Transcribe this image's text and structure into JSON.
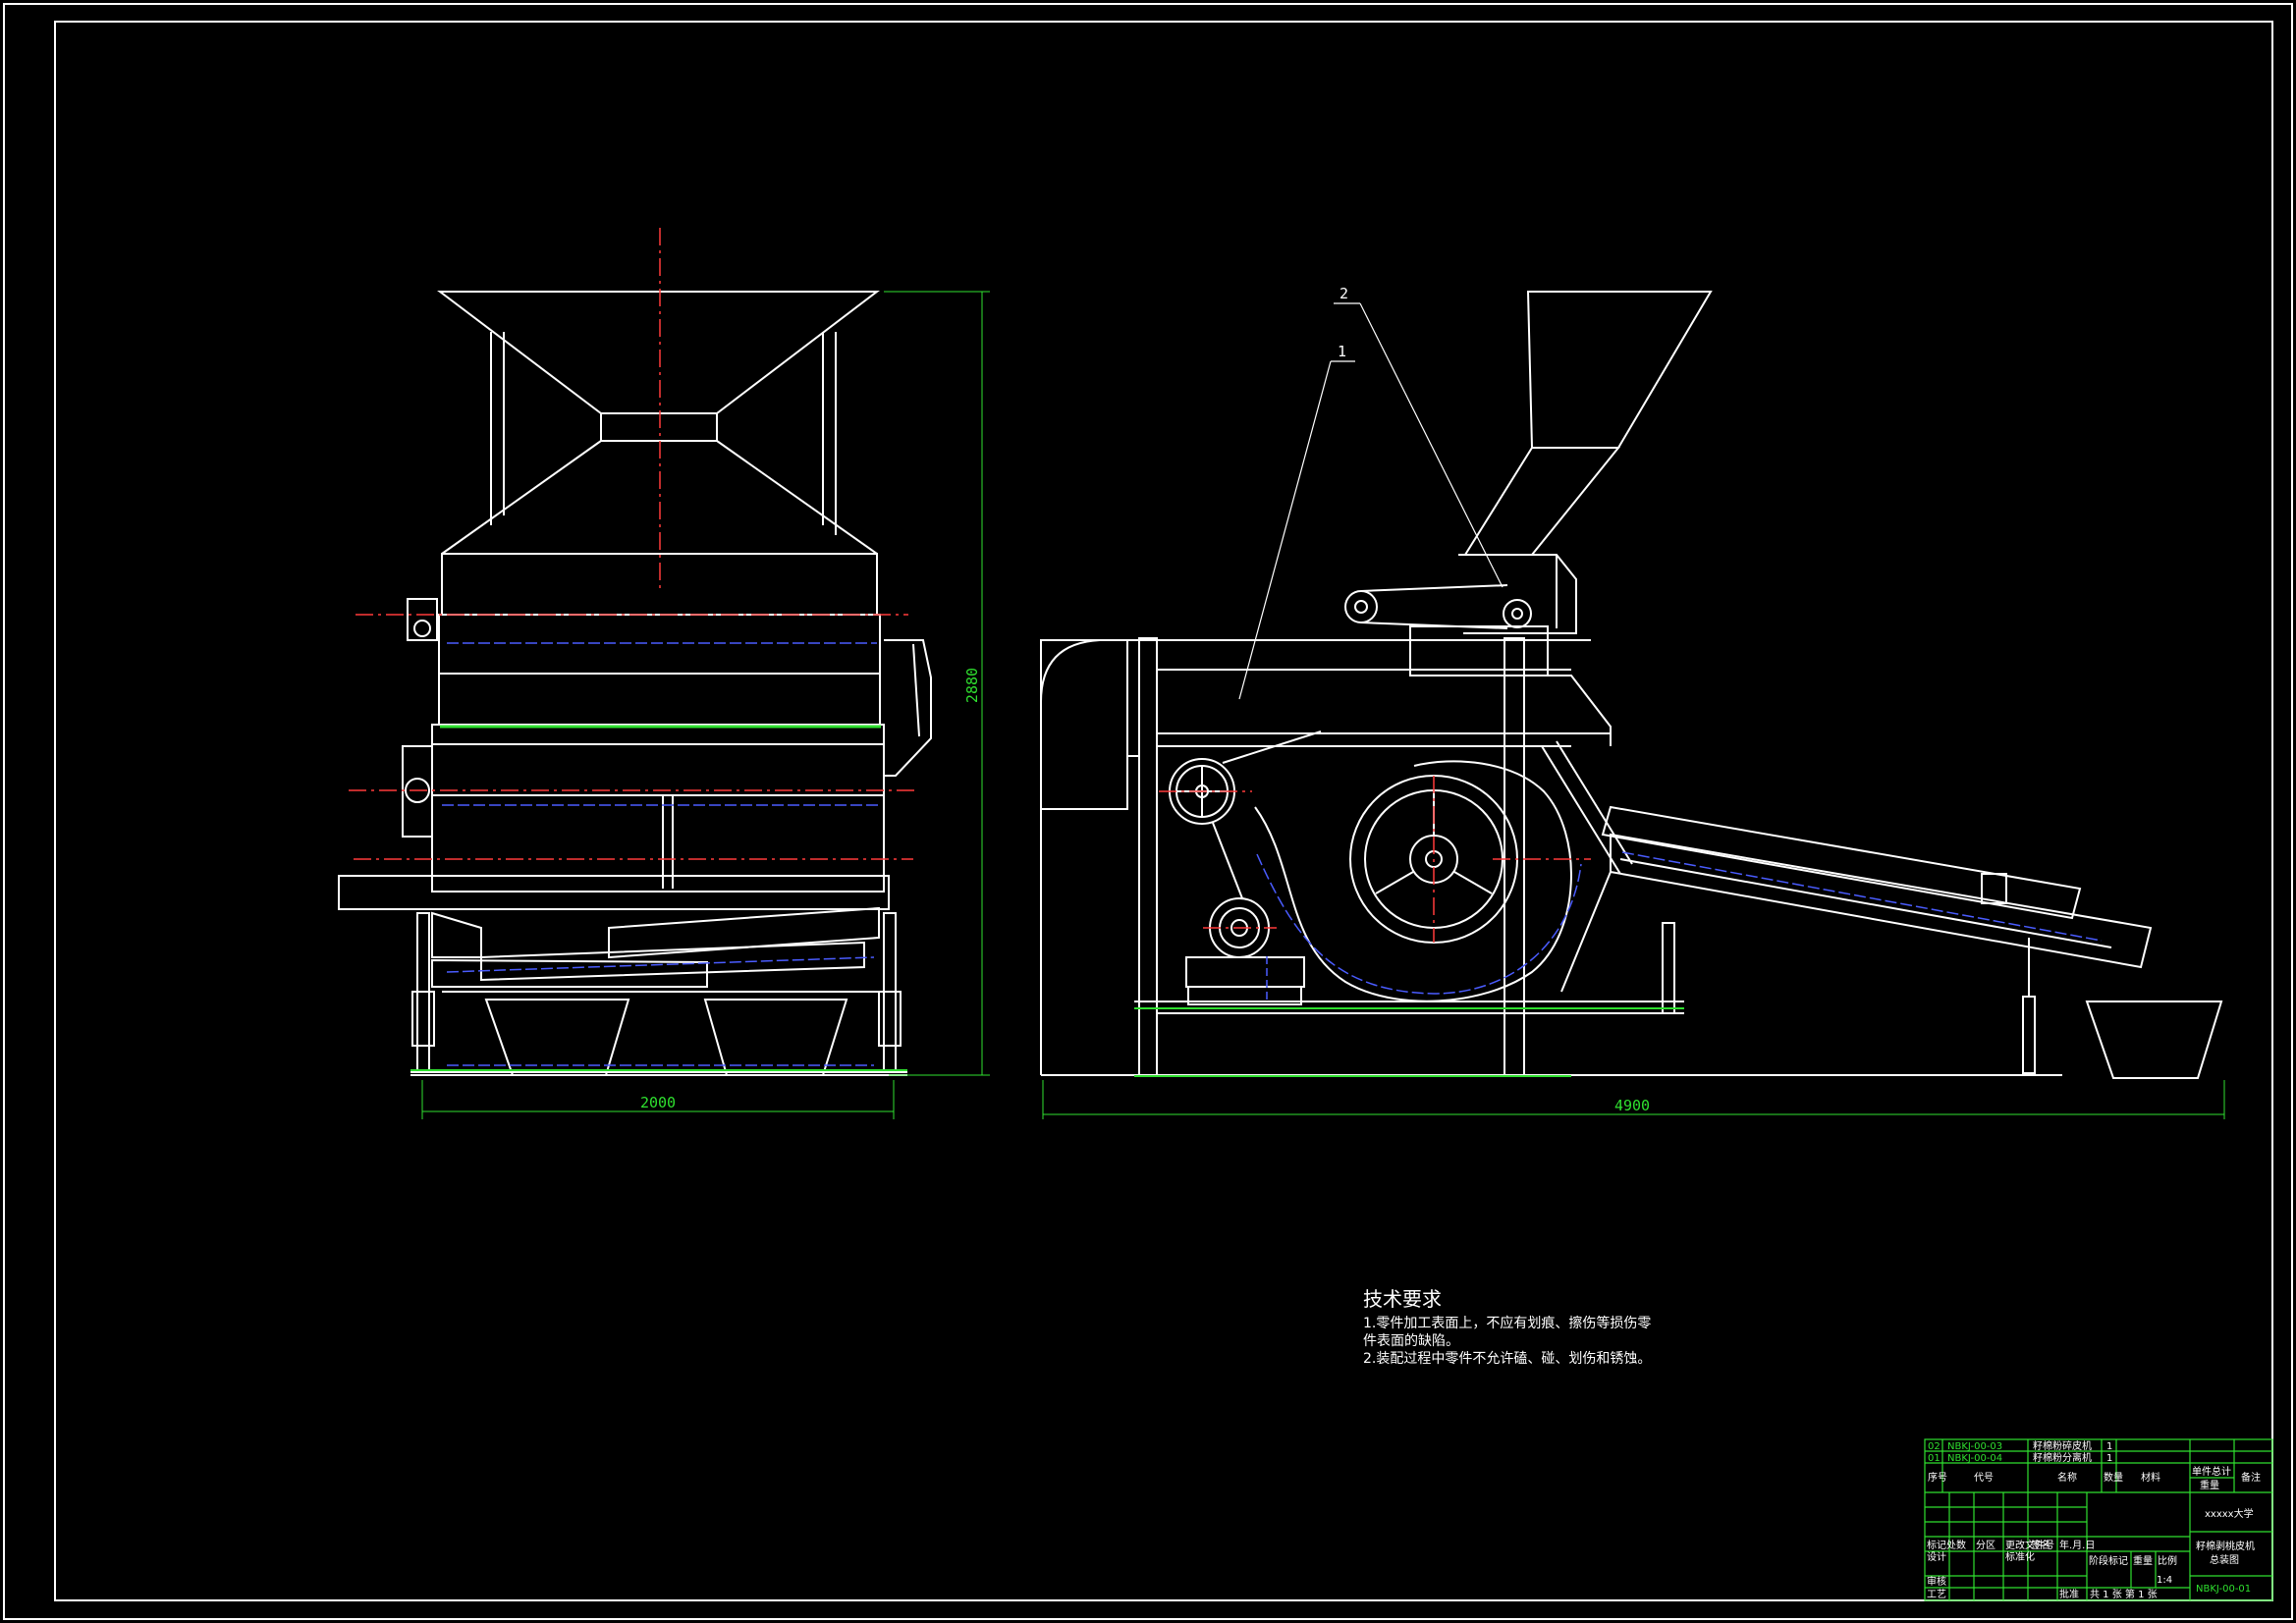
{
  "drawing": {
    "dimensions": {
      "front_height": "2880",
      "front_width": "2000",
      "side_length": "4900"
    },
    "part_labels": [
      "2",
      "1"
    ],
    "tech_requirements": {
      "title": "技术要求",
      "line1": "1.零件加工表面上，不应有划痕、擦伤等损伤零",
      "line2": "件表面的缺陷。",
      "line3": "2.装配过程中零件不允许磕、碰、划伤和锈蚀。"
    },
    "title_block": {
      "rows": [
        {
          "no": "02",
          "code": "NBKJ-00-03",
          "name": "籽棉粉碎皮机",
          "qty": "1"
        },
        {
          "no": "01",
          "code": "NBKJ-00-04",
          "name": "籽棉粉分离机",
          "qty": "1"
        }
      ],
      "hdr_no": "序号",
      "hdr_code": "代号",
      "hdr_name": "名称",
      "hdr_qty": "数量",
      "hdr_material": "材料",
      "hdr_unit_weight": "单件总计",
      "hdr_weight": "重量",
      "hdr_remark": "备注",
      "school": "xxxxx大学",
      "mark_label": "标记处数",
      "zone_label": "分区",
      "change_doc": "更改文件号",
      "sign_label": "签名",
      "date_label": "年.月.日",
      "design_label": "设计",
      "std_label": "标准化",
      "stage_label": "阶段标记",
      "weight_label": "重量",
      "scale_label": "比例",
      "scale": "1:4",
      "review_label": "审核",
      "process_label": "工艺",
      "approve_label": "批准",
      "sheets": "共 1 张  第 1 张",
      "drawing_name_1": "籽棉剥桃皮机",
      "drawing_name_2": "总装图",
      "drawing_no": "NBKJ-00-01"
    }
  }
}
